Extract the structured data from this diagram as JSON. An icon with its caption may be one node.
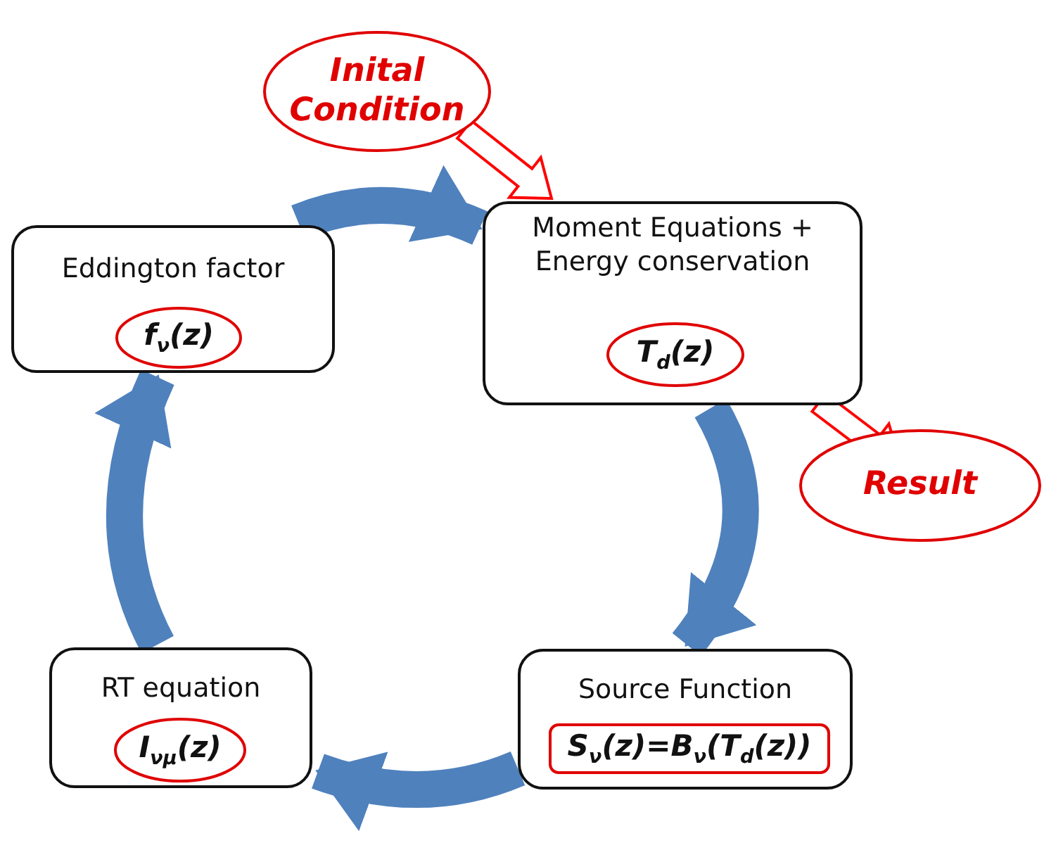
{
  "diagram": {
    "nodes": [
      {
        "text": [
          "Inital Condition"
        ]
      },
      {
        "text": [
          "Eddington factor"
        ]
      },
      {
        "text": [
          "f$_{ν}$(z)"
        ],
        "in": 1
      },
      {
        "text": [
          "Moment Equations + Energy conservation"
        ]
      },
      {
        "text": [
          "T$_{d}$(z)"
        ],
        "in": 3
      },
      {
        "text": [
          "Result"
        ]
      },
      {
        "text": [
          "RT equation"
        ]
      },
      {
        "text": [
          "I$_{νμ}$(z)"
        ],
        "in": 6
      },
      {
        "text": [
          "Source Function"
        ]
      },
      {
        "text": [
          "S$_{ν}$(z)=B$_{ν}$(T$_{d}$(z))"
        ],
        "in": 8
      }
    ],
    "edges": [
      {
        "from": 1,
        "to": 3,
        "arrow": "to"
      },
      {
        "from": 3,
        "to": 8,
        "arrow": "to"
      },
      {
        "from": 8,
        "to": 6,
        "arrow": "to"
      },
      {
        "from": 6,
        "to": 1,
        "arrow": "to"
      },
      {
        "from": 0,
        "to": 3,
        "arrow": "to",
        "color": "#ff0000"
      },
      {
        "from": 3,
        "to": 5,
        "arrow": "to",
        "color": "#ff0000"
      }
    ]
  }
}
